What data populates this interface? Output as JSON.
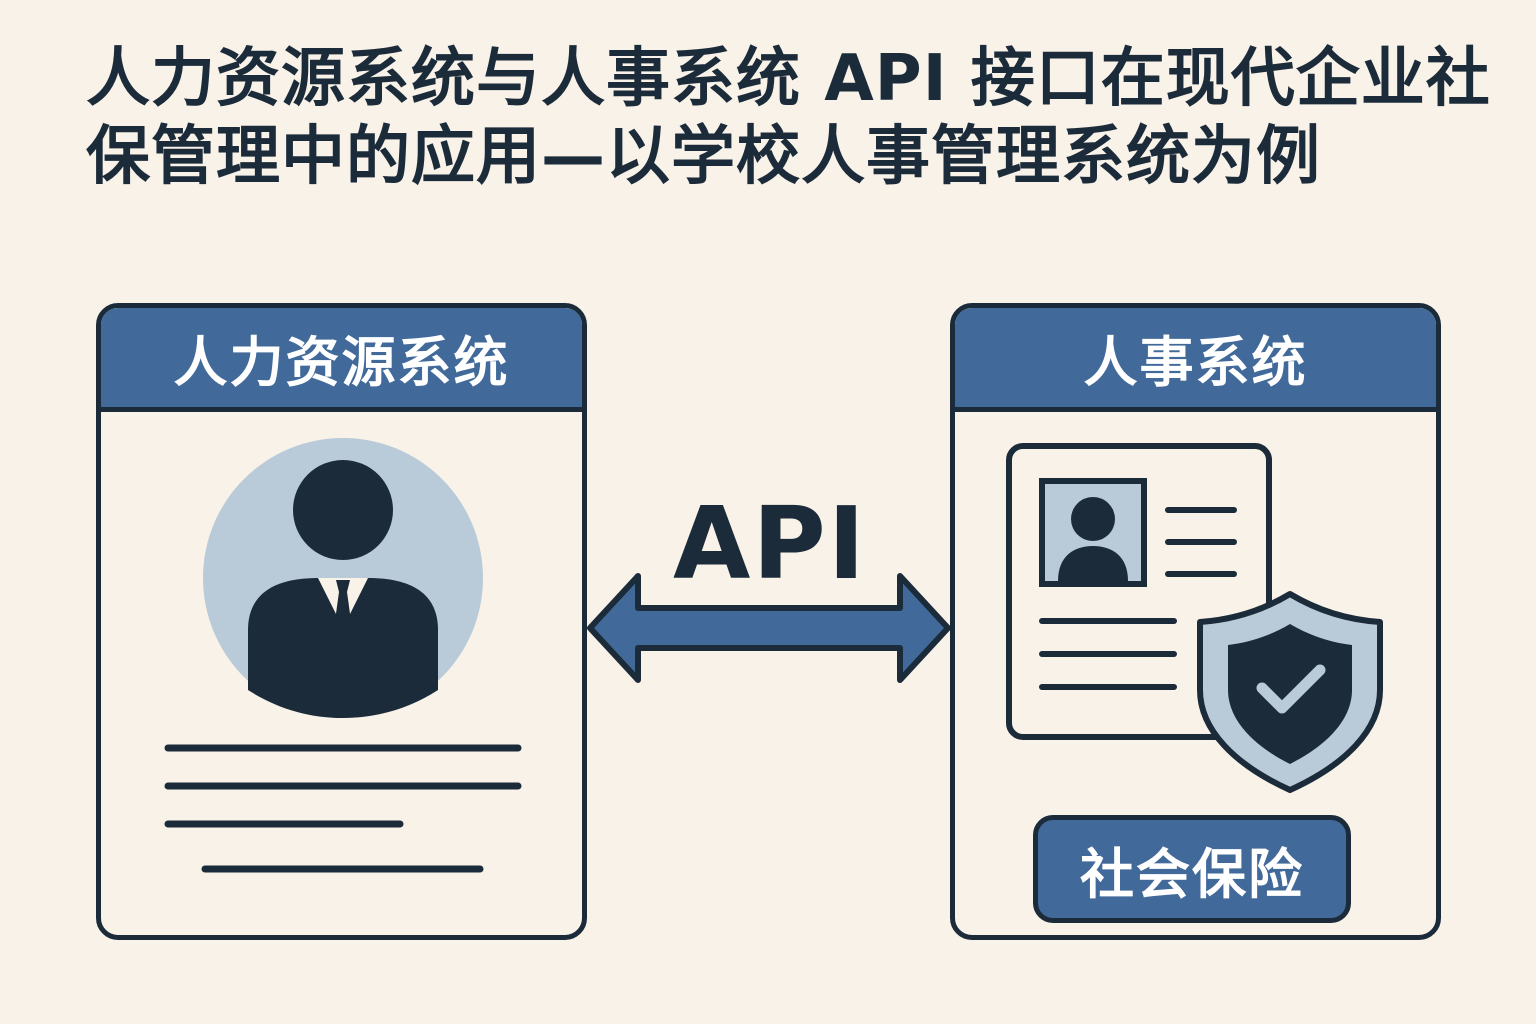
{
  "title": "人力资源系统与人事系统 API 接口在现代企业社保管理中的应用—以学校人事管理系统为例",
  "left_panel": {
    "header": "人力资源系统",
    "icon": "person-avatar-icon"
  },
  "right_panel": {
    "header": "人事系统",
    "icon": "id-card-icon",
    "shield_icon": "shield-check-icon",
    "badge": "社会保险"
  },
  "connector": {
    "label": "API",
    "icon": "double-arrow-icon"
  },
  "colors": {
    "background": "#f8f2e8",
    "primary": "#41699a",
    "dark": "#1c2b3a",
    "light": "#b9cad9"
  }
}
